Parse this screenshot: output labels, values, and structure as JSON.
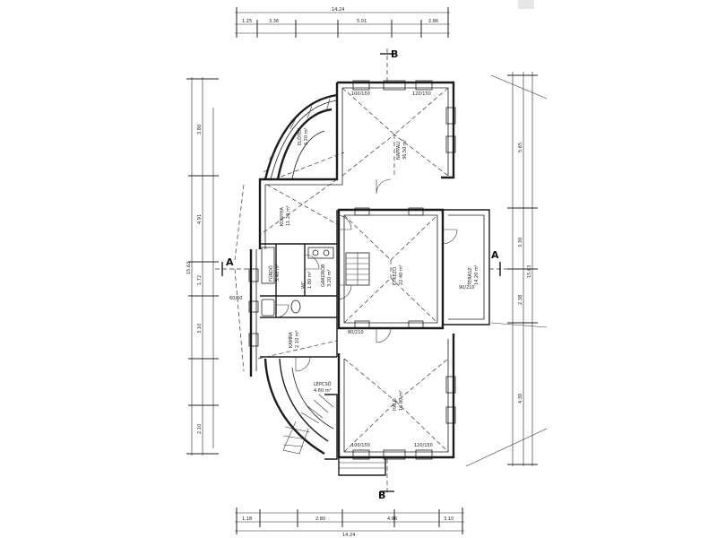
{
  "section_markers": {
    "a": "A",
    "b": "B"
  },
  "rooms": [
    {
      "name": "ELŐTÉR",
      "area": "6.20 m²"
    },
    {
      "name": "NAPPALI",
      "area": "36.50 m²"
    },
    {
      "name": "ÉTKEZŐ",
      "area": "22.40 m²"
    },
    {
      "name": "KONYHA",
      "area": "11.20 m²"
    },
    {
      "name": "HÁLÓ",
      "area": "16.80 m²"
    },
    {
      "name": "FÜRDŐ",
      "area": "5.40 m²"
    },
    {
      "name": "WC",
      "area": "1.80 m²"
    },
    {
      "name": "KAMRA",
      "area": "2.10 m²"
    },
    {
      "name": "GARDRÓB",
      "area": "3.20 m²"
    },
    {
      "name": "TERASZ",
      "area": "14.20 m²"
    },
    {
      "name": "LÉPCSŐ",
      "area": "4.60 m²"
    }
  ],
  "dimensions": {
    "top_overall": "14.24",
    "top_parts": [
      "1.25",
      "3.36",
      "5.01",
      "2.86"
    ],
    "bottom_overall": "14.24",
    "bottom_parts": [
      "1.18",
      "2.80",
      "4.96",
      "3.10"
    ],
    "left_overall": "15.63",
    "left_parts": [
      "3.80",
      "4.91",
      "1.72",
      "3.10",
      "2.10"
    ],
    "right_overall": "15.63",
    "right_parts": [
      "5.65",
      "3.30",
      "2.38",
      "4.30"
    ]
  },
  "openings": [
    "90/210",
    "100/150",
    "120/150",
    "80/210",
    "60/60"
  ]
}
